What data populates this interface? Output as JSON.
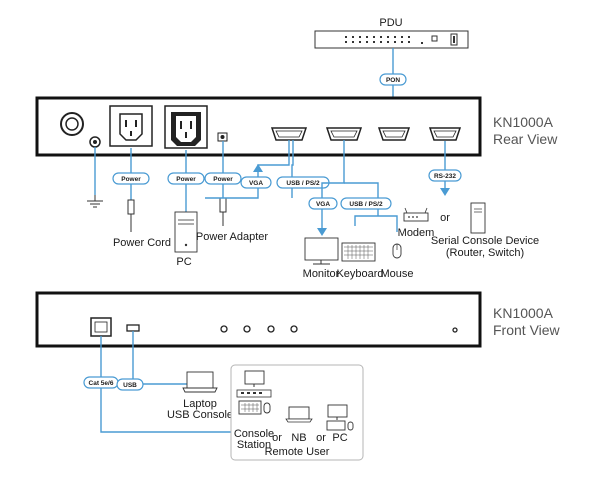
{
  "labels": {
    "pdu": "PDU",
    "pon": "PON",
    "rear_title": "KN1000A",
    "rear_subtitle": "Rear View",
    "front_title": "KN1000A",
    "front_subtitle": "Front View",
    "power1": "Power",
    "power2": "Power",
    "power3": "Power",
    "vga_pc": "VGA",
    "usb_ps2_pc": "USB / PS/2",
    "vga_console": "VGA",
    "usb_ps2_console": "USB / PS/2",
    "rs232": "RS-232",
    "power_cord": "Power Cord",
    "power_adapter": "Power Adapter",
    "pc": "PC",
    "monitor": "Monitor",
    "keyboard": "Keyboard",
    "mouse": "Mouse",
    "modem": "Modem",
    "or1": "or",
    "serial_console": "Serial Console Device",
    "serial_console_sub": "(Router, Switch)",
    "cat": "Cat 5e/6",
    "usb": "USB",
    "laptop": "Laptop",
    "usb_console": "USB Console",
    "console": "Console",
    "station": "Station",
    "or2": "or",
    "nb": "NB",
    "or3": "or",
    "pc_remote": "PC",
    "remote_user": "Remote User"
  },
  "colors": {
    "cable": "#4a9bd3",
    "device_outline": "#1f1f1f",
    "front_grey": "#b5b5b5"
  }
}
